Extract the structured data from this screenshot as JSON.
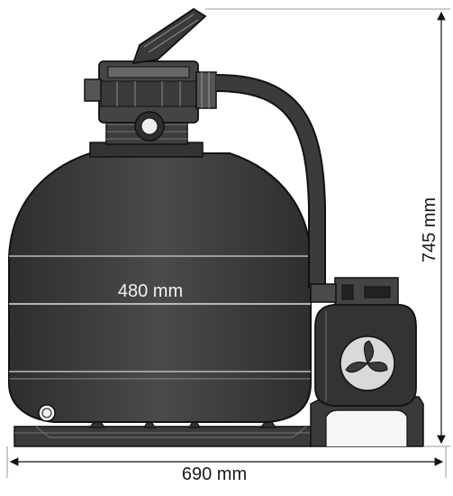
{
  "dimensions": {
    "height_label": "745 mm",
    "diameter_label": "480 mm",
    "width_label": "690 mm"
  },
  "colors": {
    "body": "#3d3d3d",
    "outline": "#111111",
    "light": "#d9d9d9",
    "background": "#ffffff"
  }
}
